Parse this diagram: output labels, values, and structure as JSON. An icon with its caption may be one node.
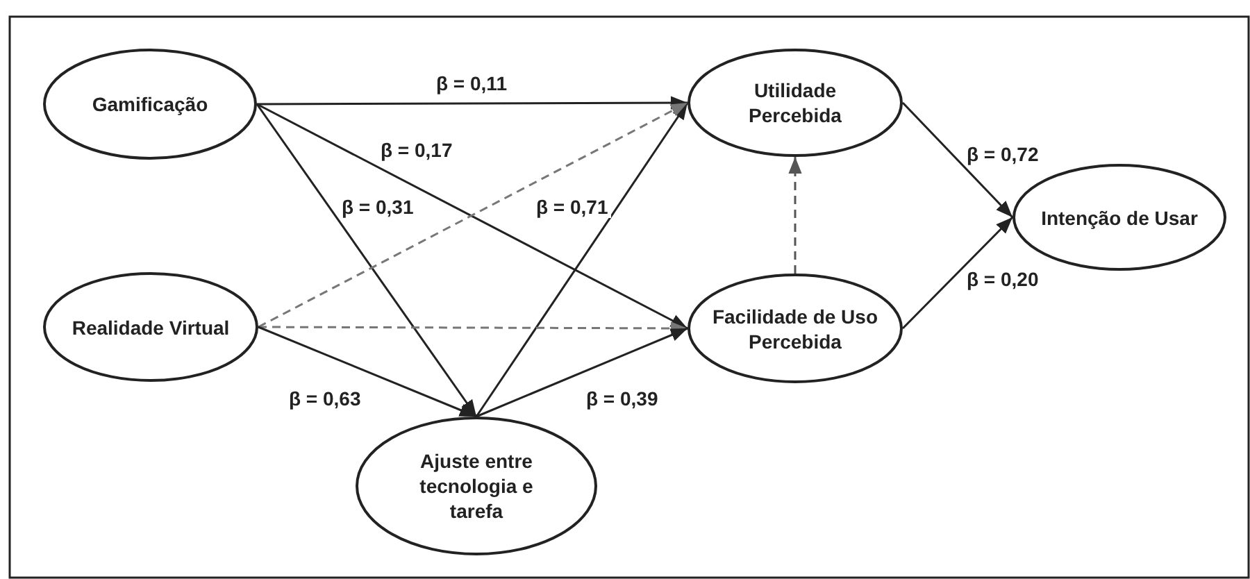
{
  "diagram": {
    "nodes": [
      {
        "text": [
          "Gamificação"
        ]
      },
      {
        "text": [
          "Utilidade Percebida"
        ]
      },
      {
        "text": [
          "Intenção de Usar"
        ]
      },
      {
        "text": [
          "Realidade Virtual"
        ]
      },
      {
        "text": [
          "Facilidade de Uso Percebida"
        ]
      },
      {
        "text": [
          "Ajuste entre tecnologia e tarefa"
        ]
      }
    ],
    "edges": [
      {
        "from": 0,
        "to": 1,
        "arrow": "to",
        "label": "β = 0,11"
      },
      {
        "from": 0,
        "to": 4,
        "arrow": "to",
        "label": "β = 0,17"
      },
      {
        "from": 0,
        "to": 5,
        "arrow": "to",
        "label": "β = 0,31"
      },
      {
        "from": 5,
        "to": 1,
        "arrow": "to",
        "label": "β = 0,71"
      },
      {
        "from": 3,
        "to": 1,
        "arrow": "to",
        "style": "dashed",
        "color": "#777777"
      },
      {
        "from": 3,
        "to": 4,
        "arrow": "to",
        "style": "dashed",
        "color": "#777777"
      },
      {
        "from": 3,
        "to": 5,
        "arrow": "to",
        "label": "β = 0,63"
      },
      {
        "from": 5,
        "to": 4,
        "arrow": "to",
        "label": "β = 0,39"
      },
      {
        "from": 4,
        "to": 1,
        "arrow": "to",
        "style": "dashed",
        "color": "#555555"
      },
      {
        "from": 1,
        "to": 2,
        "arrow": "to",
        "label": "β = 0,72"
      },
      {
        "from": 4,
        "to": 2,
        "arrow": "to",
        "label": "β = 0,20"
      }
    ]
  }
}
